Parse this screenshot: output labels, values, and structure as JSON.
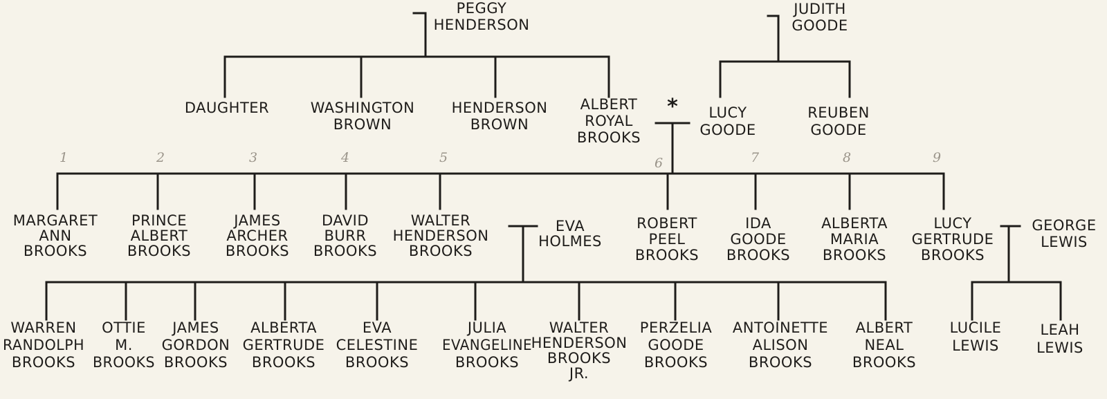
{
  "generation_1": {
    "peggy": "PEGGY HENDERSON",
    "judith": "JUDITH GOODE"
  },
  "generation_2": {
    "daughter": "DAUGHTER",
    "washington": "WASHINGTON BROWN",
    "henderson": "HENDERSON BROWN",
    "albert_royal": "ALBERT ROYAL BROOKS",
    "marker": "*",
    "lucy_goode": "LUCY GOODE",
    "reuben": "REUBEN GOODE"
  },
  "generation_3": {
    "numbers": [
      "1",
      "2",
      "3",
      "4",
      "5",
      "6",
      "7",
      "8",
      "9"
    ],
    "margaret": "MARGARET ANN BROOKS",
    "prince": "PRINCE ALBERT BROOKS",
    "james_archer": "JAMES ARCHER BROOKS",
    "david": "DAVID BURR BROOKS",
    "walter_sr": "WALTER HENDERSON BROOKS",
    "eva_holmes": "EVA HOLMES",
    "robert": "ROBERT PEEL BROOKS",
    "ida": "IDA GOODE BROOKS",
    "alberta_maria": "ALBERTA MARIA BROOKS",
    "lucy_gertrude": "LUCY GERTRUDE BROOKS",
    "george": "GEORGE LEWIS"
  },
  "generation_4": {
    "warren": "WARREN RANDOLPH BROOKS",
    "ottie": "OTTIE M. BROOKS",
    "james_gordon": "JAMES GORDON BROOKS",
    "alberta_gertrude": "ALBERTA GERTRUDE BROOKS",
    "eva_celestine": "EVA CELESTINE BROOKS",
    "julia": "JULIA EVANGELINE BROOKS",
    "walter_jr": "WALTER HENDERSON BROOKS JR.",
    "perzelia": "PERZELIA GOODE BROOKS",
    "antoinette": "ANTOINETTE ALISON BROOKS",
    "albert_neal": "ALBERT NEAL BROOKS",
    "lucile": "LUCILE LEWIS",
    "leah": "LEAH LEWIS"
  }
}
